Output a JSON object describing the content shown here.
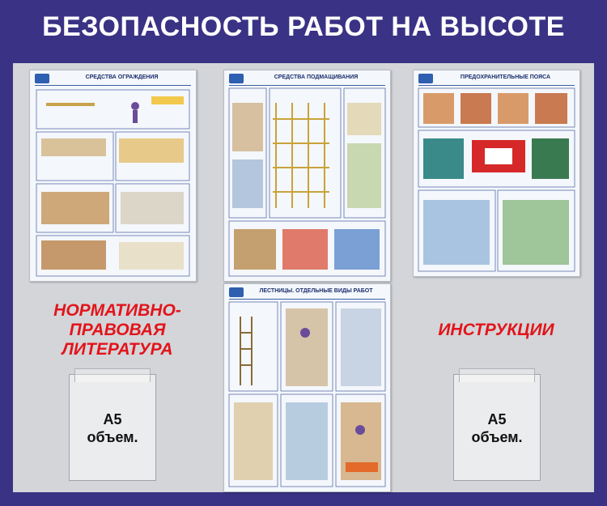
{
  "board": {
    "title": "БЕЗОПАСНОСТЬ РАБОТ НА ВЫСОТЕ",
    "colors": {
      "frame": "#3a3284",
      "panel": "#d3d5d8",
      "accent_red": "#e3141b"
    }
  },
  "posters": [
    {
      "id": "fencing",
      "title": "СРЕДСТВА ОГРАЖДЕНИЯ"
    },
    {
      "id": "scaffold",
      "title": "СРЕДСТВА ПОДМАЩИВАНИЯ"
    },
    {
      "id": "belts",
      "title": "ПРЕДОХРАНИТЕЛЬНЫЕ ПОЯСА"
    },
    {
      "id": "ladders",
      "title": "ЛЕСТНИЦЫ. ОТДЕЛЬНЫЕ ВИДЫ РАБОТ"
    }
  ],
  "sections": {
    "left_label_lines": [
      "НОРМАТИВНО-",
      "ПРАВОВАЯ",
      "ЛИТЕРАТУРА"
    ],
    "right_label": "ИНСТРУКЦИИ"
  },
  "pockets": {
    "left": {
      "line1": "А5",
      "line2": "объем."
    },
    "right": {
      "line1": "А5",
      "line2": "объем."
    }
  }
}
